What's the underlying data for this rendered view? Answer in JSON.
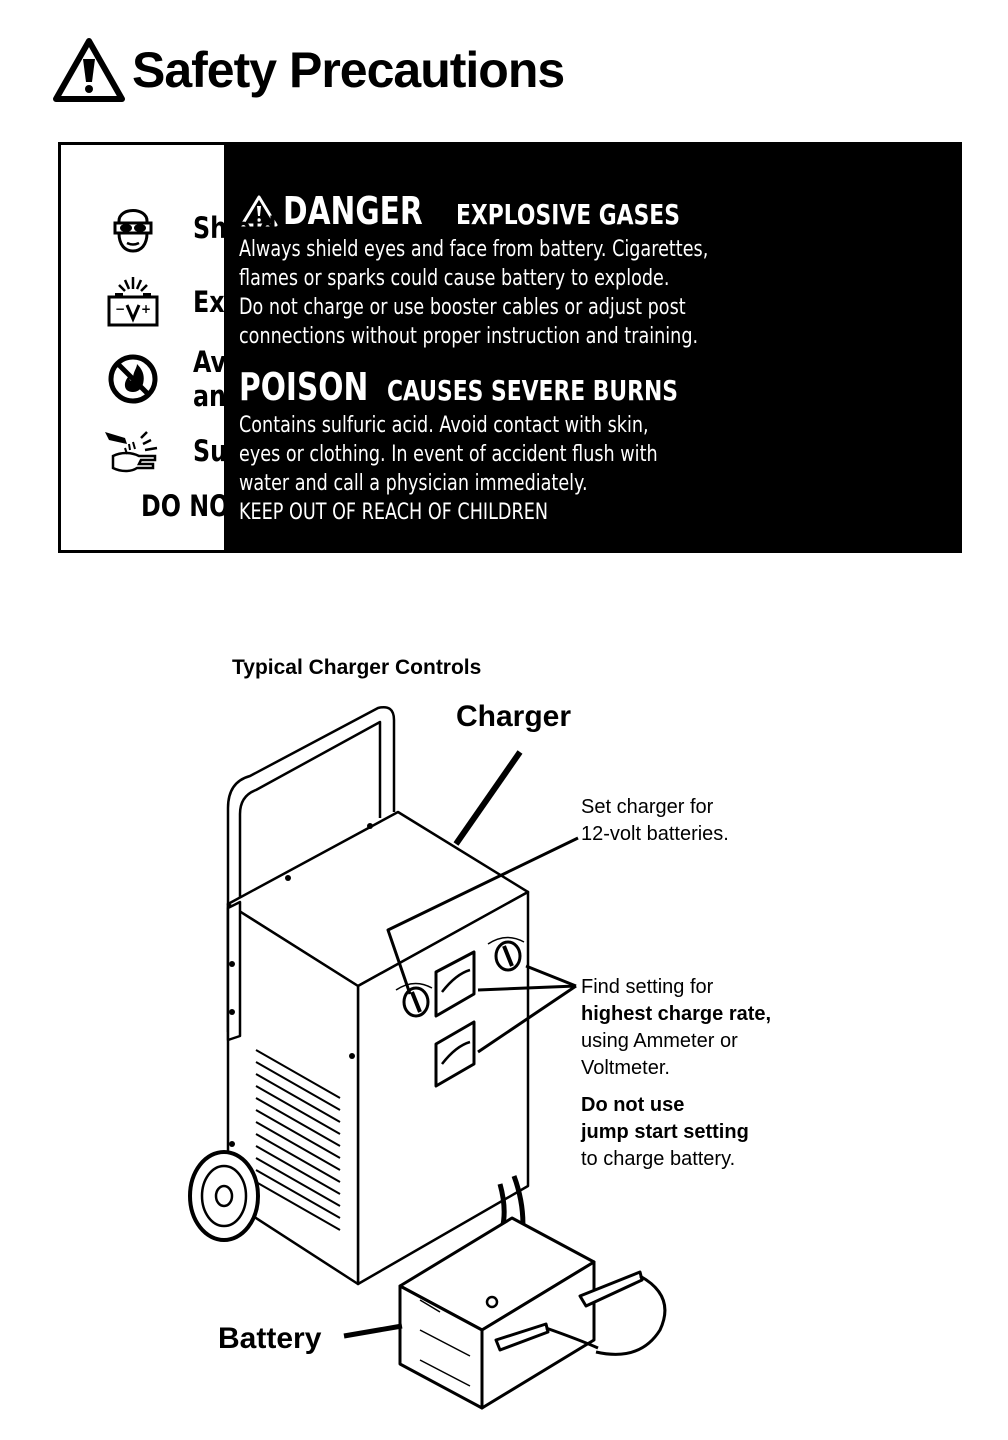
{
  "header": {
    "title": "Safety Precautions",
    "icon": "warning-triangle-icon"
  },
  "hazards": [
    {
      "label": "Shield Eyes",
      "icon": "goggles-face-icon"
    },
    {
      "label": "Explosive Gas",
      "icon": "exploding-battery-icon"
    },
    {
      "label_line1": "Avoid Sparks",
      "label_line2": "and Flame",
      "icon": "no-flame-icon"
    },
    {
      "label": "Sulfuric Acid",
      "icon": "acid-hand-icon"
    }
  ],
  "do_not_tip": "DO NOT TIP",
  "danger": {
    "heading": "DANGER",
    "subheading": "EXPLOSIVE GASES",
    "lines": [
      "Always shield eyes and face from battery. Cigarettes,",
      "flames or sparks could cause battery to explode.",
      "Do not charge or use booster cables or adjust post",
      "connections without proper instruction and training."
    ]
  },
  "poison": {
    "heading": "POISON",
    "subheading": "CAUSES SEVERE BURNS",
    "lines": [
      "Contains sulfuric acid. Avoid contact with skin,",
      "eyes or clothing. In event of accident flush with",
      "water and call a physician immediately."
    ],
    "keep_out": "KEEP OUT OF REACH OF CHILDREN"
  },
  "diagram": {
    "title": "Typical Charger Controls",
    "charger_label": "Charger",
    "battery_label": "Battery",
    "note_set": {
      "line1": "Set charger for",
      "line2": "12-volt batteries."
    },
    "note_find": {
      "line1": "Find setting for",
      "line2": "highest charge rate,",
      "line3": "using Ammeter or",
      "line4": "Voltmeter."
    },
    "note_jump": {
      "line1": "Do not use",
      "line2": "jump start setting",
      "line3": "to charge battery."
    }
  }
}
